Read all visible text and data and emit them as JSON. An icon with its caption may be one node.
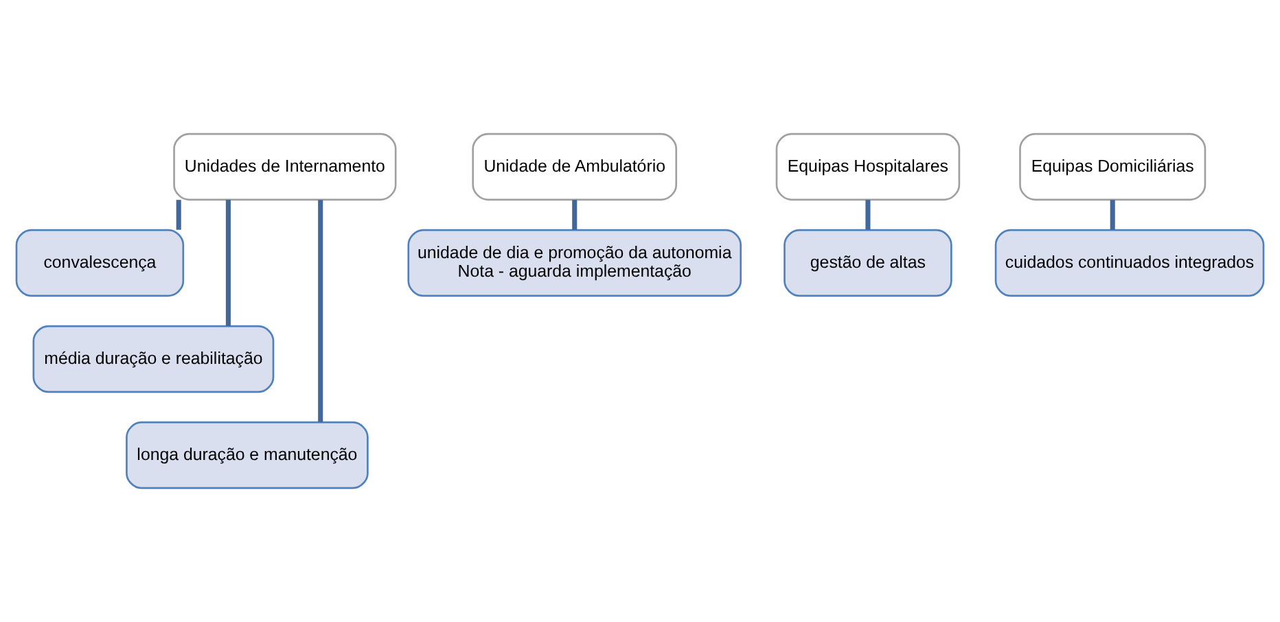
{
  "diagram": {
    "nodes": [
      {
        "text": [
          "Unidades de Internamento"
        ]
      },
      {
        "text": [
          "convalescença"
        ]
      },
      {
        "text": [
          "média duração e reabilitação"
        ]
      },
      {
        "text": [
          "longa duração e manutenção"
        ]
      },
      {
        "text": [
          "Unidade de Ambulatório"
        ]
      },
      {
        "text": [
          "unidade de dia e promoção da autonomia",
          "Nota - aguarda implementação"
        ]
      },
      {
        "text": [
          "Equipas Hospitalares"
        ]
      },
      {
        "text": [
          "gestão de altas"
        ]
      },
      {
        "text": [
          "Equipas Domiciliárias"
        ]
      },
      {
        "text": [
          "cuidados continuados integrados"
        ]
      }
    ],
    "edges": [
      {
        "from": 0,
        "to": 1,
        "arrow": "none"
      },
      {
        "from": 0,
        "to": 2,
        "arrow": "none"
      },
      {
        "from": 0,
        "to": 3,
        "arrow": "none"
      },
      {
        "from": 4,
        "to": 5,
        "arrow": "none"
      },
      {
        "from": 6,
        "to": 7,
        "arrow": "none"
      },
      {
        "from": 8,
        "to": 9,
        "arrow": "none"
      }
    ]
  }
}
